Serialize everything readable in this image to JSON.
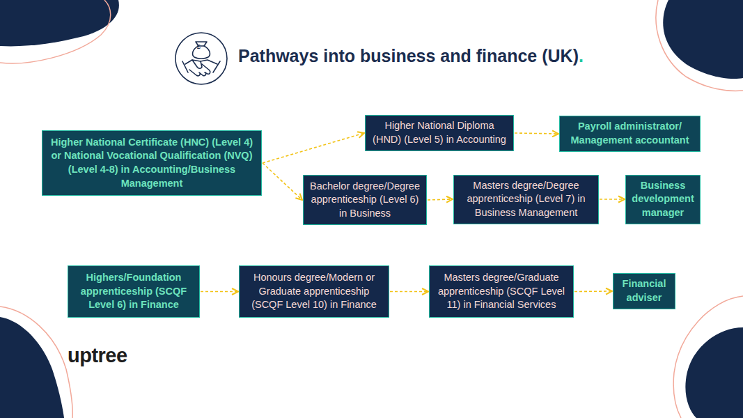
{
  "diagram": {
    "title": "Pathways into business and finance (UK).",
    "nodes": [
      {
        "text": [
          "Higher National Certificate (HNC) (Level 4) or National Vocational Qualification (NVQ) (Level 4-8) in Accounting/Business Management"
        ]
      },
      {
        "text": [
          "Higher National Diploma (HND) (Level 5) in Accounting"
        ]
      },
      {
        "text": [
          "Payroll administrator/ Management accountant"
        ]
      },
      {
        "text": [
          "Bachelor degree/Degree apprenticeship (Level 6) in Business"
        ]
      },
      {
        "text": [
          "Masters degree/Degree apprenticeship (Level 7) in Business Management"
        ]
      },
      {
        "text": [
          "Business development manager"
        ]
      },
      {
        "text": [
          "Highers/Foundation apprenticeship (SCQF Level 6) in Finance"
        ]
      },
      {
        "text": [
          "Honours degree/Modern or Graduate apprenticeship (SCQF Level 10) in Finance"
        ]
      },
      {
        "text": [
          "Masters degree/Graduate apprenticeship (SCQF Level 11) in Financial Services"
        ]
      },
      {
        "text": [
          "Financial adviser"
        ]
      }
    ],
    "edges": [
      {
        "from": 0,
        "to": 1,
        "arrow": "to"
      },
      {
        "from": 0,
        "to": 3,
        "arrow": "to"
      },
      {
        "from": 1,
        "to": 2,
        "arrow": "to"
      },
      {
        "from": 3,
        "to": 4,
        "arrow": "to"
      },
      {
        "from": 4,
        "to": 5,
        "arrow": "to"
      },
      {
        "from": 6,
        "to": 7,
        "arrow": "to"
      },
      {
        "from": 7,
        "to": 8,
        "arrow": "to"
      },
      {
        "from": 8,
        "to": 9,
        "arrow": "to"
      }
    ],
    "labels": [
      "£",
      "uptree"
    ]
  }
}
